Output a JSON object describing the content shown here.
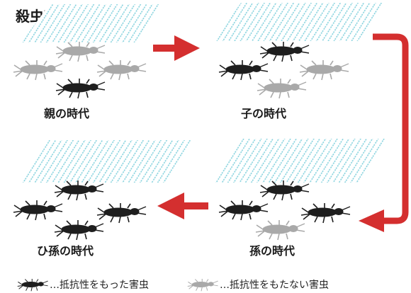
{
  "title": "殺虫剤の散布",
  "panels": [
    {
      "label": "親の時代",
      "bugs": [
        "susceptible",
        "susceptible",
        "susceptible",
        "resistant"
      ]
    },
    {
      "label": "子の時代",
      "bugs": [
        "resistant",
        "resistant",
        "susceptible",
        "susceptible"
      ]
    },
    {
      "label": "ひ孫の時代",
      "bugs": [
        "resistant",
        "resistant",
        "resistant",
        "resistant"
      ]
    },
    {
      "label": "孫の時代",
      "bugs": [
        "resistant",
        "resistant",
        "resistant",
        "susceptible"
      ]
    }
  ],
  "legend": {
    "resistant": "…抵抗性をもった害虫",
    "susceptible": "…抵抗性をもたない害虫"
  },
  "colors": {
    "resistant": "#1e1e1e",
    "susceptible": "#a9a9a9",
    "spray": "#7fd0dc",
    "arrow": "#d42f2f"
  },
  "icons": [
    "insect-icon",
    "spray-pattern",
    "arrow-right-icon",
    "arrow-left-icon",
    "curved-arrow-icon"
  ]
}
